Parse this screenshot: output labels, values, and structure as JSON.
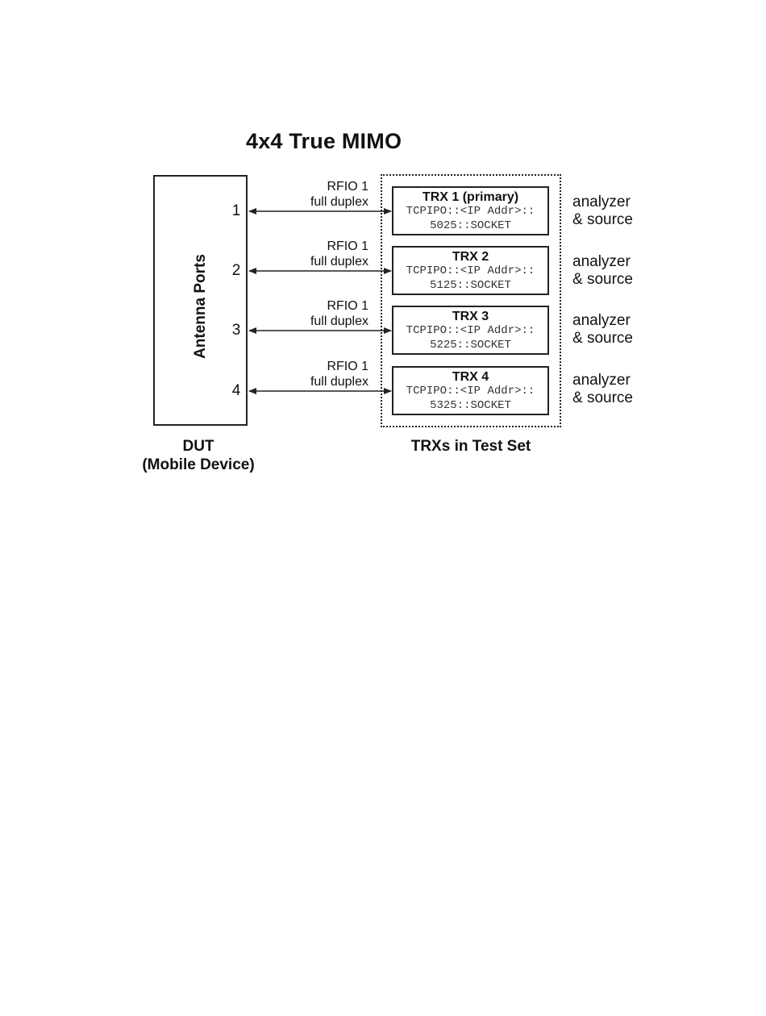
{
  "title": "4x4 True MIMO",
  "dut": {
    "label": "Antenna Ports",
    "caption_line1": "DUT",
    "caption_line2": "(Mobile Device)"
  },
  "test_set": {
    "caption": "TRXs in Test Set"
  },
  "ports": [
    {
      "number": "1",
      "rfio": "RFIO 1",
      "mode": "full duplex",
      "trx_title": "TRX 1 (primary)",
      "addr_line1": "TCPIPO::<IP Addr>::",
      "addr_line2": "5025::SOCKET",
      "role_line1": "analyzer",
      "role_line2": "& source"
    },
    {
      "number": "2",
      "rfio": "RFIO 1",
      "mode": "full duplex",
      "trx_title": "TRX 2",
      "addr_line1": "TCPIPO::<IP Addr>::",
      "addr_line2": "5125::SOCKET",
      "role_line1": "analyzer",
      "role_line2": "& source"
    },
    {
      "number": "3",
      "rfio": "RFIO 1",
      "mode": "full duplex",
      "trx_title": "TRX 3",
      "addr_line1": "TCPIPO::<IP Addr>::",
      "addr_line2": "5225::SOCKET",
      "role_line1": "analyzer",
      "role_line2": "& source"
    },
    {
      "number": "4",
      "rfio": "RFIO 1",
      "mode": "full duplex",
      "trx_title": "TRX 4",
      "addr_line1": "TCPIPO::<IP Addr>::",
      "addr_line2": "5325::SOCKET",
      "role_line1": "analyzer",
      "role_line2": "& source"
    }
  ]
}
